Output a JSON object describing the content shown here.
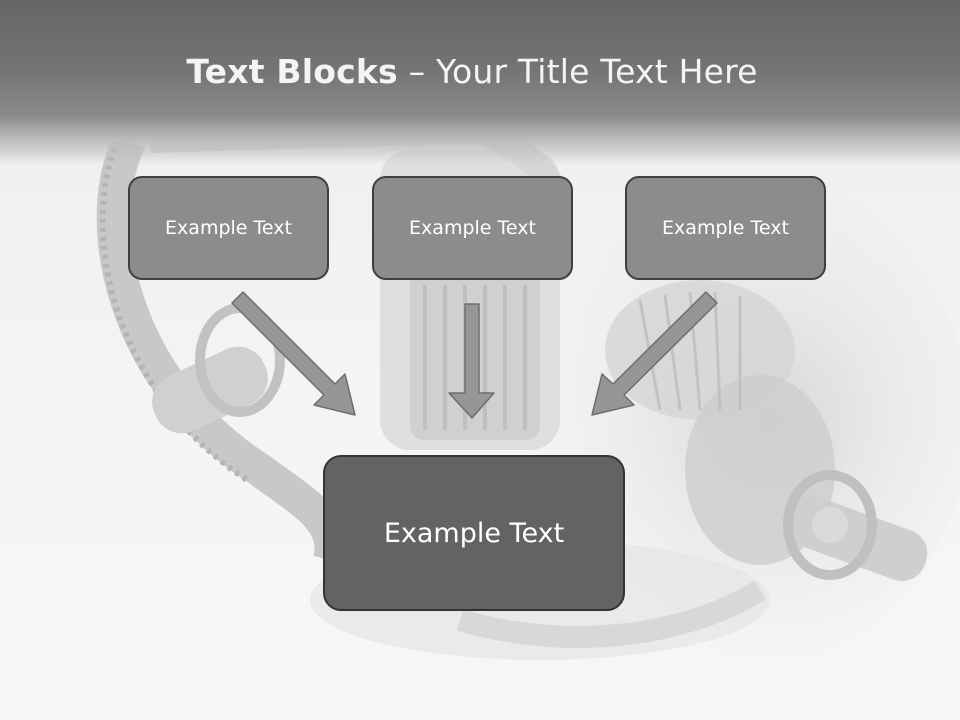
{
  "slide": {
    "title_bold": "Text Blocks",
    "title_rest": " – Your Title Text Here",
    "boxes": [
      {
        "text": "Example Text"
      },
      {
        "text": "Example Text"
      },
      {
        "text": "Example Text"
      }
    ],
    "main_box": {
      "text": "Example Text"
    }
  },
  "colors": {
    "title_band": "#707070",
    "small_box_fill": "#8c8c8c",
    "main_box_fill": "#636363",
    "arrow_fill": "#969696",
    "box_border": "#3f3f3f"
  }
}
